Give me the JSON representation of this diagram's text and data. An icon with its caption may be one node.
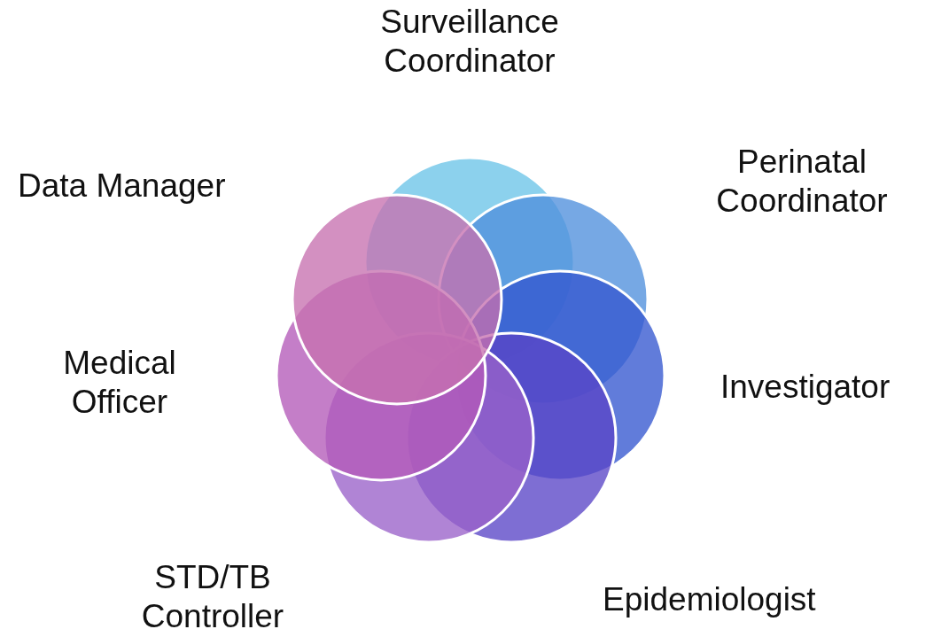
{
  "diagram": {
    "nodes": [
      {
        "text": [],
        "shape": "circle",
        "beside": [
          "Surveillance Coordinator"
        ]
      },
      {
        "text": [],
        "shape": "circle",
        "beside": [
          "Perinatal Coordinator"
        ]
      },
      {
        "text": [],
        "shape": "circle",
        "beside": [
          "Investigator"
        ]
      },
      {
        "text": [],
        "shape": "circle",
        "beside": [
          "Epidemiologist"
        ]
      },
      {
        "text": [],
        "shape": "circle",
        "beside": [
          "STD/TB Controller"
        ]
      },
      {
        "text": [],
        "shape": "circle",
        "beside": [
          "Medical Officer"
        ]
      },
      {
        "text": [],
        "shape": "circle",
        "beside": [
          "Data Manager"
        ]
      }
    ]
  }
}
